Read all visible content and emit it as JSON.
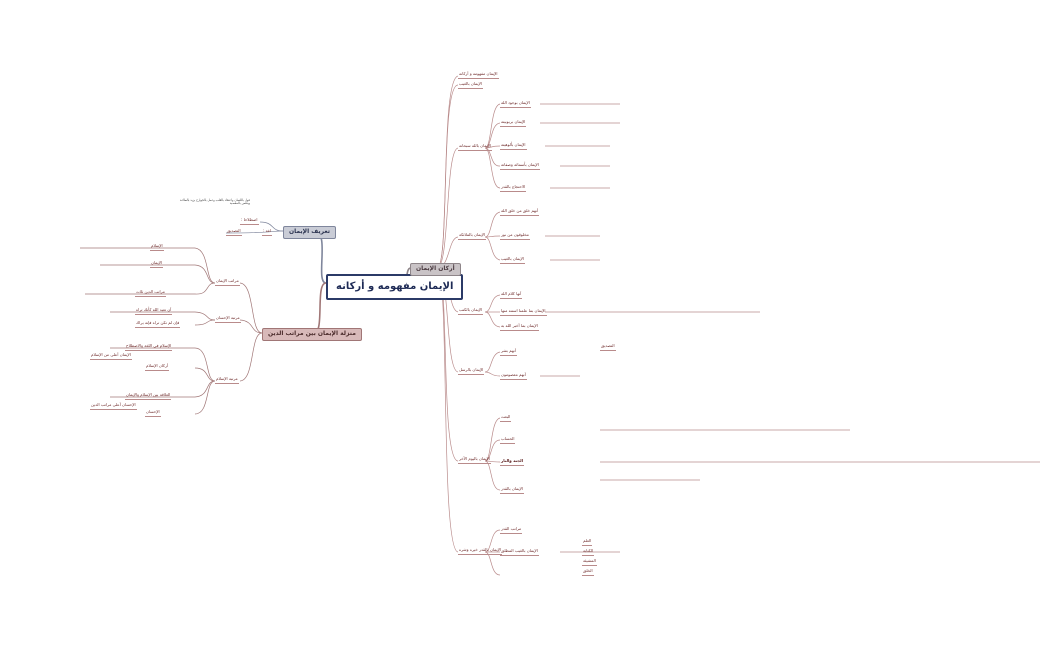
{
  "central": {
    "title": "الإيمان مفهومه و أركانه"
  },
  "branches": {
    "arkan": {
      "label": "أركان الإيمان"
    },
    "tarif": {
      "label": "تعريف الإيمان"
    },
    "manzila": {
      "label": "منزلة الإيمان بين مراتب الدين"
    }
  },
  "arkan_subs": {
    "rukn1": "الإيمان بالله سبحانه",
    "rukn2": "الإيمان بالملائكة",
    "rukn3": "الإيمان بالكتب",
    "rukn4": "الإيمان بالرسل",
    "rukn5": "الإيمان باليوم الآخر",
    "rukn6": "الإيمان بالقدر خيره وشره",
    "rukn7": "الإيمان بالقدر",
    "rukn8": "الإيمان بالغيب"
  },
  "arkan_leaves": {
    "a1": "الإيمان بوجود الله",
    "a2": "الإيمان بربوبيته",
    "a3": "الإيمان بألوهيته",
    "a4": "الإيمان بأسمائه وصفاته",
    "b1": "أنهم خلق من خلق الله",
    "b2": "مخلوقون من نور",
    "c1": "أنها كلام الله",
    "c2": "الإيمان بما علمنا اسمه منها",
    "d1": "أنهم بشر",
    "d2": "أنهم معصومون",
    "e1": "البعث",
    "e2": "الحساب",
    "e3": "الجنة والنار",
    "f1": "العلم",
    "f2": "الكتابة",
    "f3": "المشيئة",
    "f4": "الخلق",
    "g1": "مراتب القدر",
    "g2": "الاحتجاج بالقدر",
    "h1": "الإيمان بما أخبر الله به",
    "h2": "الإيمان بالغيب المطلق"
  },
  "tarif_items": {
    "lugha": "لغة :",
    "istilah": "اصطلاحا :",
    "tasdiq": "التصديق",
    "def": "قول باللسان واعتقاد بالقلب وعمل بالجوارح يزيد بالطاعة وينقص بالمعصية"
  },
  "manzila_subs": {
    "m1": "مراتب الإيمان",
    "m2": "مرتبة الإحسان",
    "m3": "مرتبة الإسلام"
  },
  "manzila_leaves": {
    "k1": "الإسلام",
    "k2": "الإيمان",
    "k3": "الإحسان",
    "k4": "الإسلام في اللغة والاصطلاح",
    "k5": "أركان الإسلام",
    "k6": "العلاقة بين الإسلام والإيمان",
    "k7": "مراتب الدين ثلاث",
    "k8": "أن تعبد الله كأنك تراه",
    "k9": "فإن لم تكن تراه فإنه يراك",
    "k10": "الإيمان أعلى من الإسلام",
    "k11": "الإحسان أعلى مراتب الدين"
  },
  "top": {
    "t1": "الإيمان مفهومه و أركانه",
    "t2": "الإيمان بالغيب"
  }
}
